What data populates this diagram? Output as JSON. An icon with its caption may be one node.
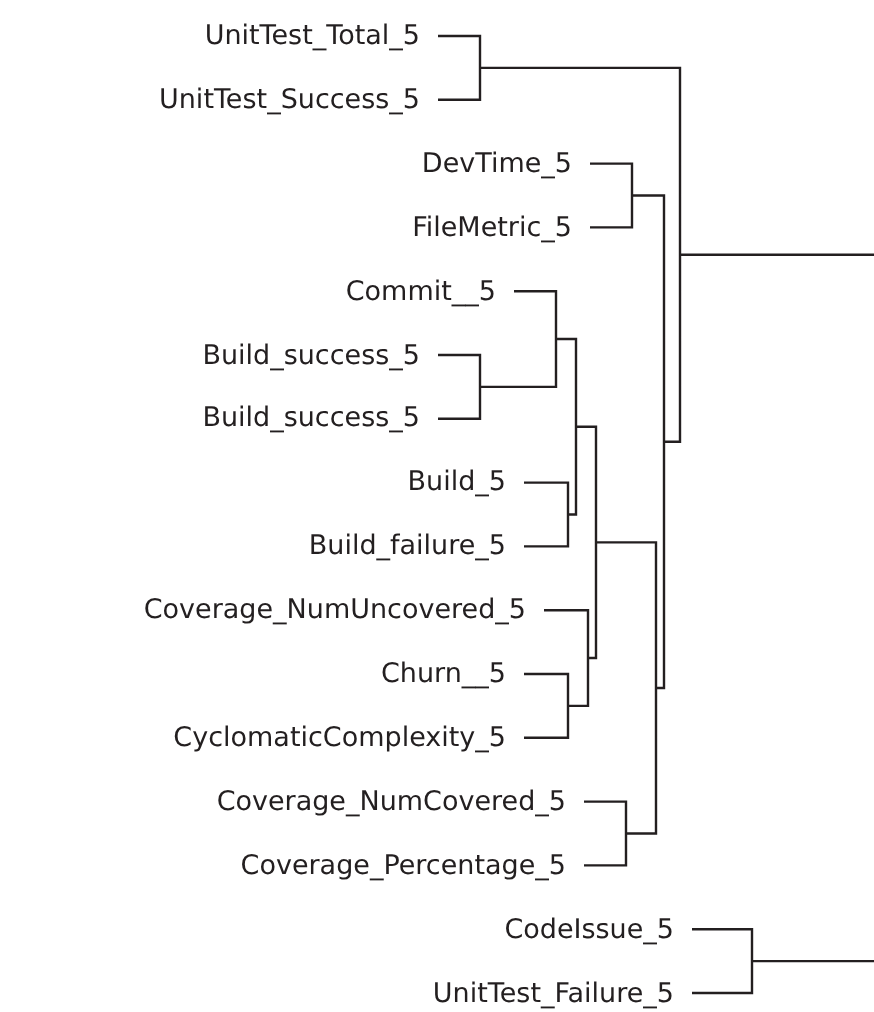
{
  "diagram": {
    "labels": [
      "UnitTest_Total_5",
      "UnitTest_Success_5",
      "DevTime_5",
      "FileMetric_5",
      "Commit__5",
      "Build_success_5",
      "Build_success_5",
      "Build_5",
      "Build_failure_5",
      "Coverage_NumUncovered_5",
      "Churn__5",
      "CyclomaticComplexity_5",
      "Coverage_NumCovered_5",
      "Coverage_Percentage_5",
      "CodeIssue_5",
      "UnitTest_Failure_5"
    ]
  }
}
